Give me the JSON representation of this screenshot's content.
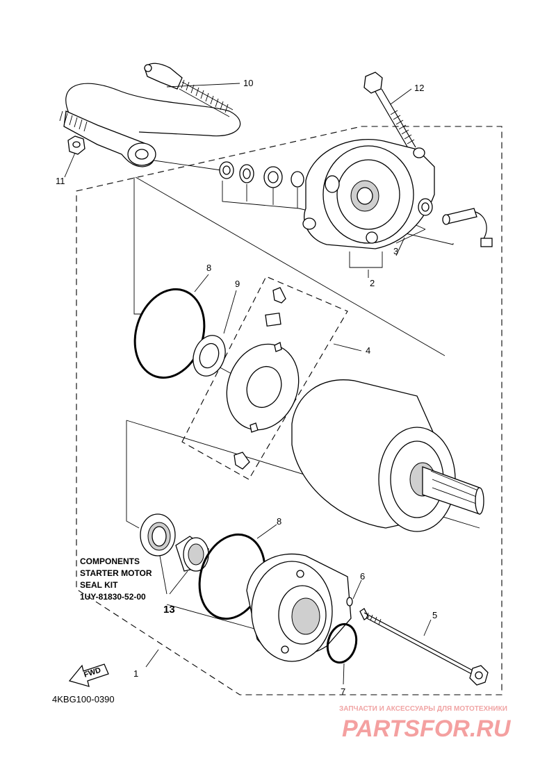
{
  "callouts": {
    "n1": "1",
    "n2": "2",
    "n3": "3",
    "n4": "4",
    "n5": "5",
    "n6": "6",
    "n7": "7",
    "n8a": "8",
    "n8b": "8",
    "n9": "9",
    "n10": "10",
    "n11": "11",
    "n12": "12",
    "n13": "13"
  },
  "kit_label": {
    "line1": "COMPONENTS",
    "line2": "STARTER MOTOR",
    "line3": "SEAL KIT",
    "line4": "1UY-81830-52-00"
  },
  "fwd_badge": "FWD",
  "diagram_code": "4KBG100-0390",
  "watermark": {
    "tagline": "ЗАПЧАСТИ И АКСЕССУАРЫ ДЛЯ МОТОТЕХНИКИ",
    "brand": "PARTSFOR.RU",
    "color": "#f4a0a0"
  }
}
